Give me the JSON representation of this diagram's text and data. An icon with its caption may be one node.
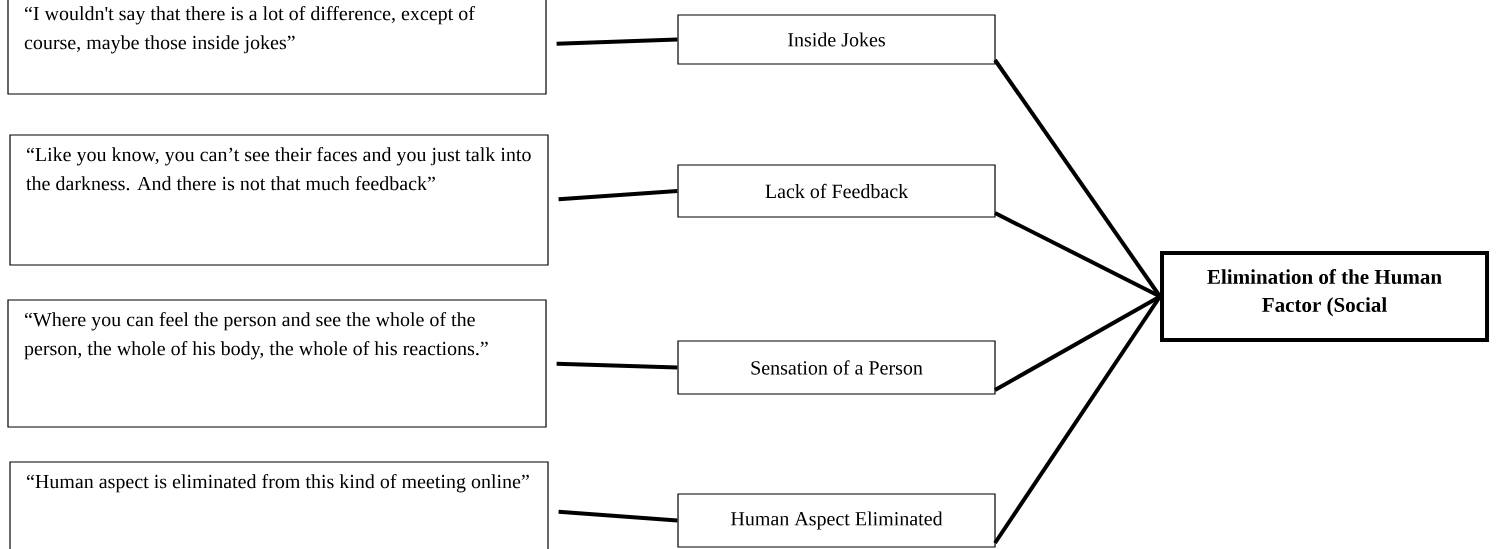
{
  "diagram": {
    "nodes": [
      {
        "text": [
          "“I wouldn't say that there is a lot of difference, except of course, maybe those inside jokes”"
        ]
      },
      {
        "text": [
          "Inside Jokes"
        ]
      },
      {
        "text": [
          "“Like you know, you can’t see their faces and you just talk into the darkness. And there is not that much feedback”"
        ]
      },
      {
        "text": [
          "Lack of Feedback"
        ]
      },
      {
        "text": [
          "“Where you can feel the person and see the whole of the person, the whole of his body, the whole of his reactions.”"
        ]
      },
      {
        "text": [
          "Sensation of a Person"
        ]
      },
      {
        "text": [
          "“Human aspect is eliminated from this kind of meeting online”"
        ]
      },
      {
        "text": [
          "Human Aspect Eliminated"
        ]
      },
      {
        "text": [
          "Elimination of the Human Factor (Social"
        ]
      }
    ],
    "edges": [
      {
        "from": 0,
        "to": 1,
        "arrow": "none"
      },
      {
        "from": 2,
        "to": 3,
        "arrow": "none"
      },
      {
        "from": 4,
        "to": 5,
        "arrow": "none"
      },
      {
        "from": 6,
        "to": 7,
        "arrow": "none"
      },
      {
        "from": 1,
        "to": 8,
        "arrow": "none"
      },
      {
        "from": 3,
        "to": 8,
        "arrow": "none"
      },
      {
        "from": 5,
        "to": 8,
        "arrow": "none"
      },
      {
        "from": 7,
        "to": 8,
        "arrow": "none"
      }
    ]
  }
}
